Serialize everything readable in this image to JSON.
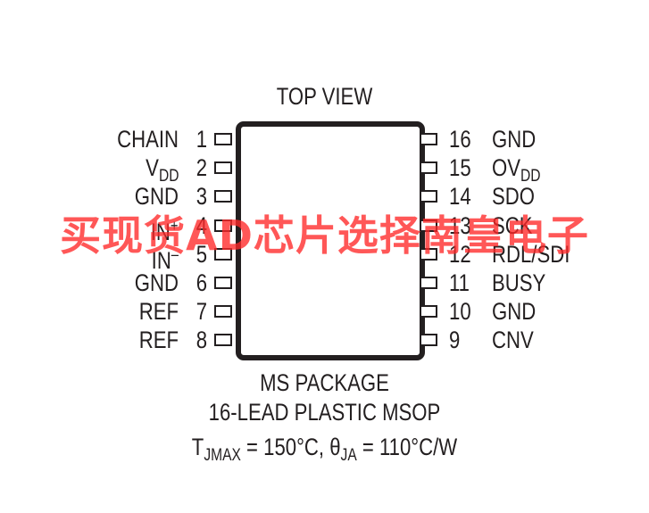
{
  "diagram": {
    "top_label": "TOP VIEW",
    "package_name": "MS PACKAGE",
    "package_type": "16-LEAD PLASTIC MSOP",
    "thermal": {
      "t_symbol": "T",
      "t_sub": "JMAX",
      "t_value": " = 150°C, ",
      "theta_symbol": "θ",
      "theta_sub": "JA",
      "theta_value": " = 110°C/W"
    },
    "left_pins": [
      {
        "num": "1",
        "name": "CHAIN",
        "sub": "",
        "sup": ""
      },
      {
        "num": "2",
        "name": "V",
        "sub": "DD",
        "sup": ""
      },
      {
        "num": "3",
        "name": "GND",
        "sub": "",
        "sup": ""
      },
      {
        "num": "4",
        "name": "IN",
        "sub": "",
        "sup": "+"
      },
      {
        "num": "5",
        "name": "IN",
        "sub": "",
        "sup": "–"
      },
      {
        "num": "6",
        "name": "GND",
        "sub": "",
        "sup": ""
      },
      {
        "num": "7",
        "name": "REF",
        "sub": "",
        "sup": ""
      },
      {
        "num": "8",
        "name": "REF",
        "sub": "",
        "sup": ""
      }
    ],
    "right_pins": [
      {
        "num": "16",
        "name": "GND",
        "sub": ""
      },
      {
        "num": "15",
        "name": "OV",
        "sub": "DD"
      },
      {
        "num": "14",
        "name": "SDO",
        "sub": ""
      },
      {
        "num": "13",
        "name": "SCK",
        "sub": ""
      },
      {
        "num": "12",
        "name": "RDL/SDI",
        "sub": ""
      },
      {
        "num": "11",
        "name": "BUSY",
        "sub": ""
      },
      {
        "num": "10",
        "name": "GND",
        "sub": ""
      },
      {
        "num": "9",
        "name": "CNV",
        "sub": ""
      }
    ],
    "watermark": "买现货AD芯片选择南皇电子",
    "colors": {
      "ink": "#231f20",
      "watermark": "#ff2828"
    }
  }
}
